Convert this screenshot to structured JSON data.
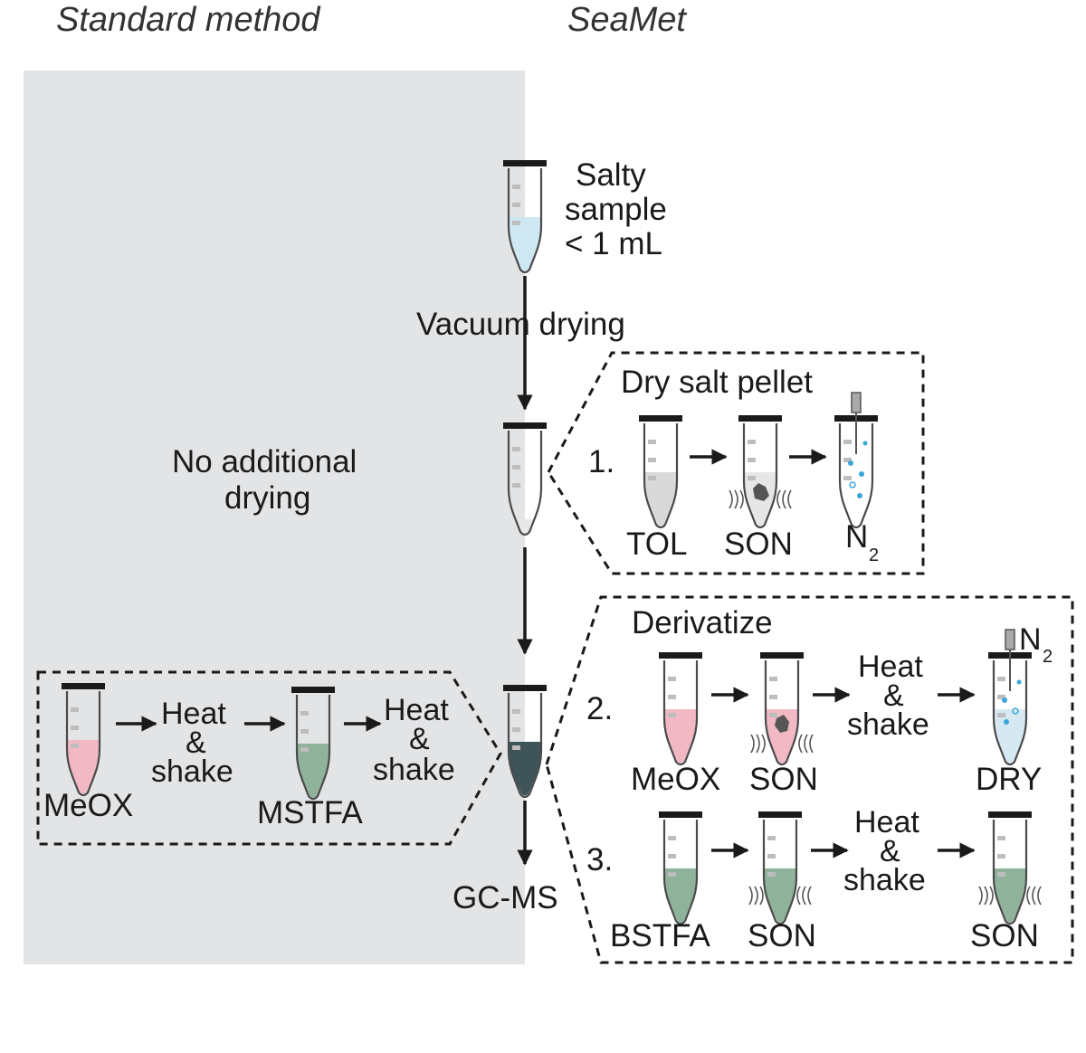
{
  "headers": {
    "standard": "Standard method",
    "seamet": "SeaMet"
  },
  "main": {
    "sample": [
      "Salty",
      "sample",
      "< 1 mL"
    ],
    "vacuum": "Vacuum drying",
    "no_drying": [
      "No additional",
      "drying"
    ],
    "gcms": "GC-MS"
  },
  "standard_box": {
    "heat1": [
      "Heat",
      "&",
      "shake"
    ],
    "heat2": [
      "Heat",
      "&",
      "shake"
    ],
    "meox": "MeOX",
    "mstfa": "MSTFA"
  },
  "box1": {
    "title": "Dry salt pellet",
    "step": "1.",
    "labels": [
      "TOL",
      "SON",
      "N",
      "2"
    ]
  },
  "box2": {
    "title": "Derivatize",
    "step2": "2.",
    "step3": "3.",
    "heat_a": [
      "Heat",
      "&",
      "shake"
    ],
    "heat_b": [
      "Heat",
      "&",
      "shake"
    ],
    "n2": [
      "N",
      "2"
    ],
    "row2_labels": [
      "MeOX",
      "SON",
      "DRY"
    ],
    "row3_labels": [
      "BSTFA",
      "SON",
      "SON"
    ]
  },
  "colors": {
    "panel_gray": "#e3e4e6",
    "pink": "#f2b9c4",
    "green": "#8fb39a",
    "dark_green": "#3e5458",
    "light_blue": "#cfe6f3",
    "gray_pellet": "#d9d9d9",
    "bubble": "#3aa6d8"
  }
}
